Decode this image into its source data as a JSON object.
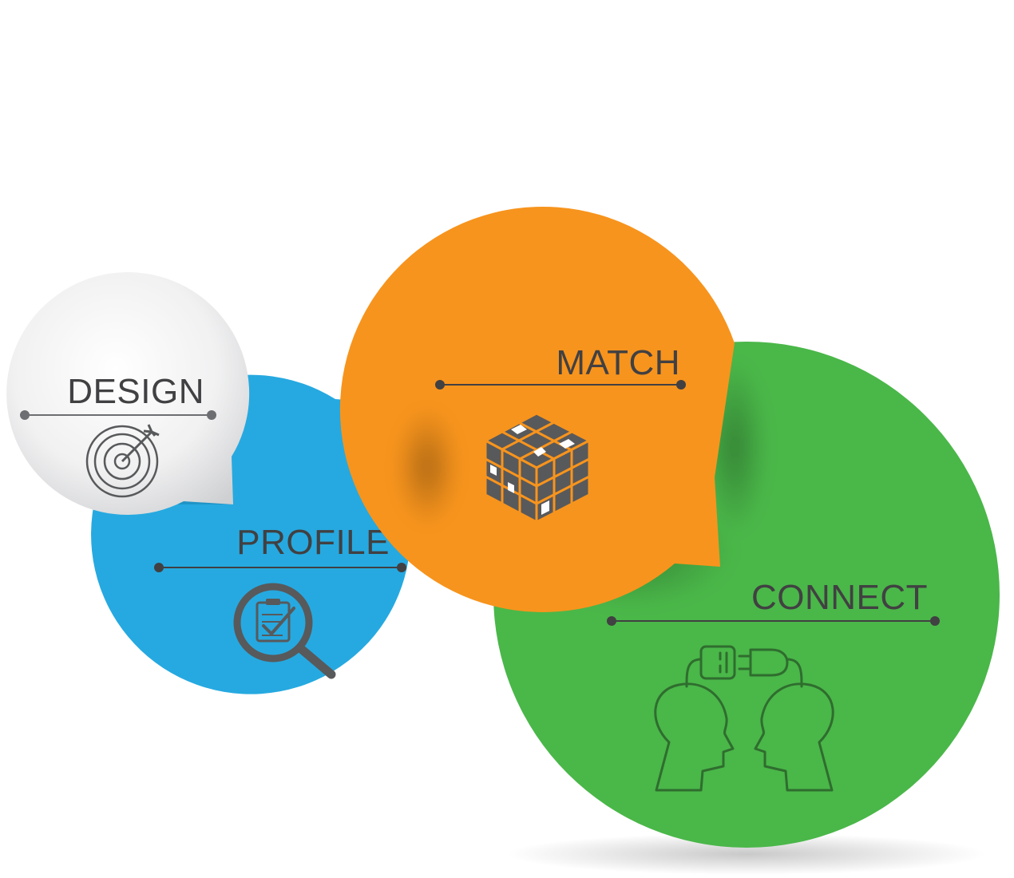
{
  "colors": {
    "design": "#e6e7e8",
    "profile": "#26a9e0",
    "match": "#f7941d",
    "connect": "#4ab749",
    "label": "#414042",
    "icon": "#58595b",
    "connect_icon": "#2f6d2e"
  },
  "steps": [
    {
      "id": "design",
      "label": "DESIGN",
      "icon": "target-icon"
    },
    {
      "id": "profile",
      "label": "PROFILE",
      "icon": "clipboard-magnifier-icon"
    },
    {
      "id": "match",
      "label": "MATCH",
      "icon": "puzzle-cube-icon"
    },
    {
      "id": "connect",
      "label": "CONNECT",
      "icon": "heads-plug-icon"
    }
  ]
}
